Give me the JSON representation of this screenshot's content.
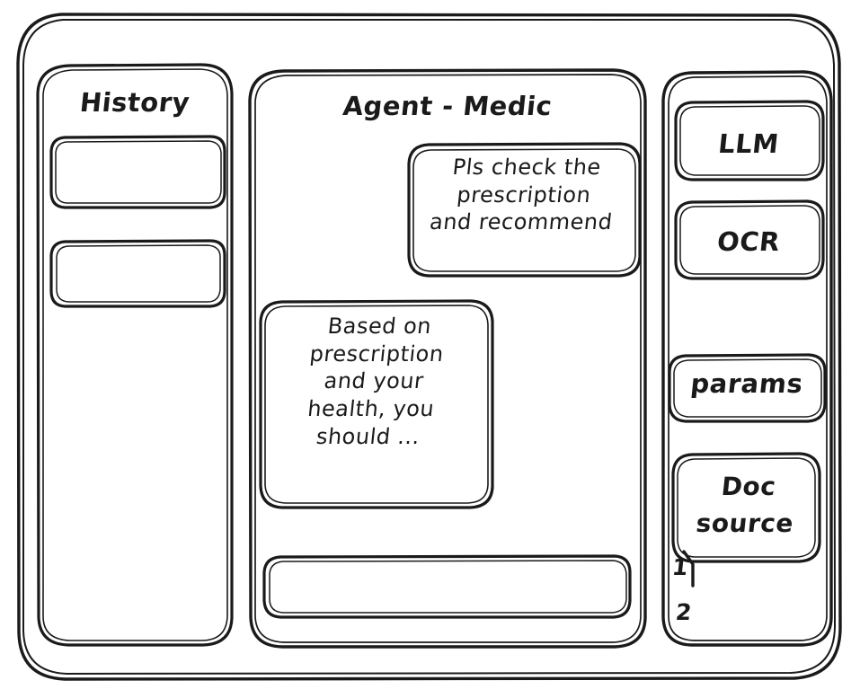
{
  "app": {
    "kind": "hand-drawn-wireframe",
    "stroke_color": "#1a1a1a",
    "background_color": "#ffffff"
  },
  "history_panel": {
    "title": "History",
    "items": [
      {
        "label": ""
      },
      {
        "label": ""
      }
    ]
  },
  "main_panel": {
    "title": "Agent - Medic",
    "messages": [
      {
        "role": "user",
        "text": "Pls check the\nprescription\nand recommend"
      },
      {
        "role": "assistant",
        "text": "Based on\nprescription\nand your\nhealth, you\nshould ..."
      }
    ],
    "composer": {
      "value": "",
      "placeholder": ""
    }
  },
  "tools_panel": {
    "buttons": [
      {
        "label": "LLM"
      },
      {
        "label": "OCR"
      },
      {
        "label": "params"
      }
    ],
    "doc_source": {
      "label": "Doc\nsource"
    },
    "doc_source_list": [
      {
        "marker": "1",
        "label": ""
      },
      {
        "marker": "2",
        "label": ""
      }
    ]
  }
}
